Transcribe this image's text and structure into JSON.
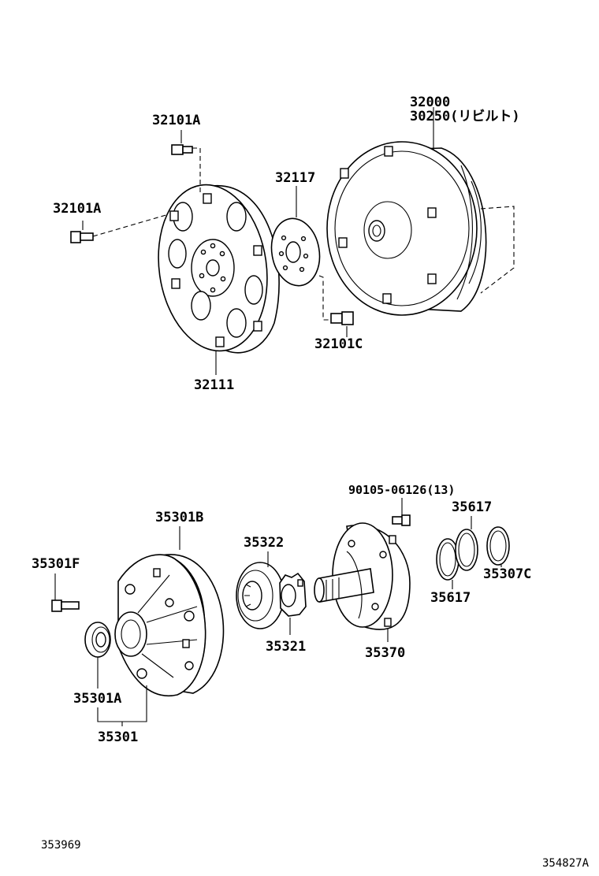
{
  "labels": {
    "p32000": "32000",
    "p30250": "30250(リビルト)",
    "p32101A_top": "32101A",
    "p32101A_left": "32101A",
    "p32117": "32117",
    "p32101C": "32101C",
    "p32111": "32111",
    "p90105": "90105-06126(13)",
    "p35617_top": "35617",
    "p35617_bottom": "35617",
    "p35307C": "35307C",
    "p35301B": "35301B",
    "p35322": "35322",
    "p35301F": "35301F",
    "p35321": "35321",
    "p35370": "35370",
    "p35301A": "35301A",
    "p35301": "35301"
  },
  "codes": {
    "left": "353969",
    "right": "354827A"
  }
}
